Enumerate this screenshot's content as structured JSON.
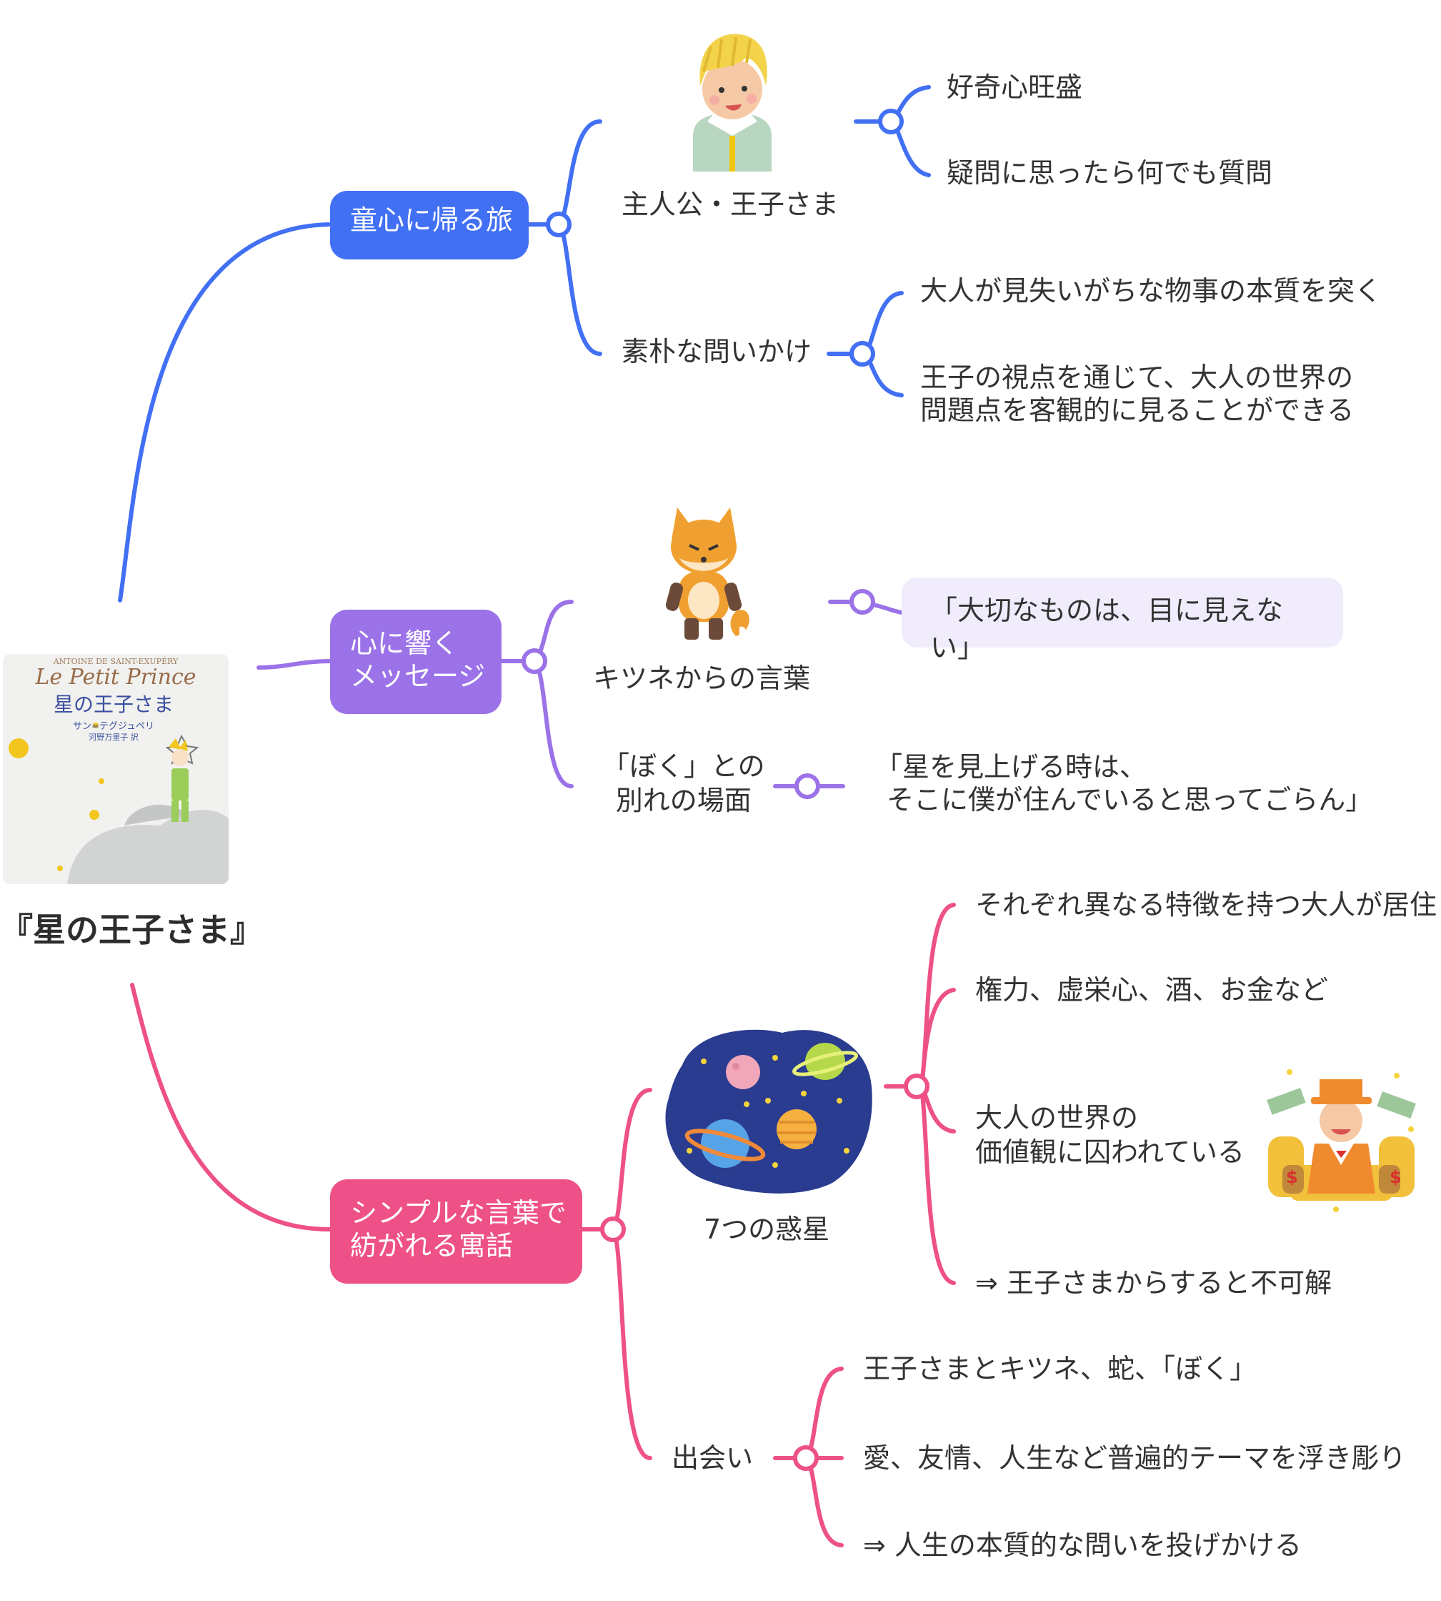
{
  "root": {
    "title": "『星の王子さま』"
  },
  "book_cover": {
    "author_line": "ANTOINE DE SAINT-EXUPÉRY",
    "script_title": "Le Petit Prince",
    "jp_title": "星の王子さま",
    "author_jp": "サン=テグジュペリ",
    "translator": "河野万里子 訳"
  },
  "branches": {
    "b1": {
      "label": "童心に帰る旅",
      "color": "#4270F4",
      "protagonist": {
        "label": "主人公・王子さま",
        "items": [
          "好奇心旺盛",
          "疑問に思ったら何でも質問"
        ]
      },
      "question": {
        "label": "素朴な問いかけ",
        "items": [
          "大人が見失いがちな物事の本質を突く",
          "王子の視点を通じて、大人の世界の",
          "問題点を客観的に見ることができる"
        ]
      }
    },
    "b2": {
      "label_line1": "心に響く",
      "label_line2": "メッセージ",
      "color": "#9B72E8",
      "fox": {
        "label": "キツネからの言葉",
        "quote": "「大切なものは、目に見えない」"
      },
      "boku": {
        "label_line1": "「ぼく」との",
        "label_line2": "別れの場面",
        "quote_line1": "「星を見上げる時は、",
        "quote_line2": "そこに僕が住んでいると思ってごらん」"
      }
    },
    "b3": {
      "label_line1": "シンプルな言葉で",
      "label_line2": "紡がれる寓話",
      "color": "#EE5187",
      "planets": {
        "label": "7つの惑星",
        "items": [
          "それぞれ異なる特徴を持つ大人が居住",
          "権力、虚栄心、酒、お金など",
          "大人の世界の",
          "価値観に囚われている",
          "⇒ 王子さまからすると不可解"
        ]
      },
      "meeting": {
        "label": "出会い",
        "items": [
          "王子さまとキツネ、蛇、「ぼく」",
          "愛、友情、人生など普遍的テーマを浮き彫り",
          "⇒ 人生の本質的な問いを投げかける"
        ]
      }
    }
  }
}
